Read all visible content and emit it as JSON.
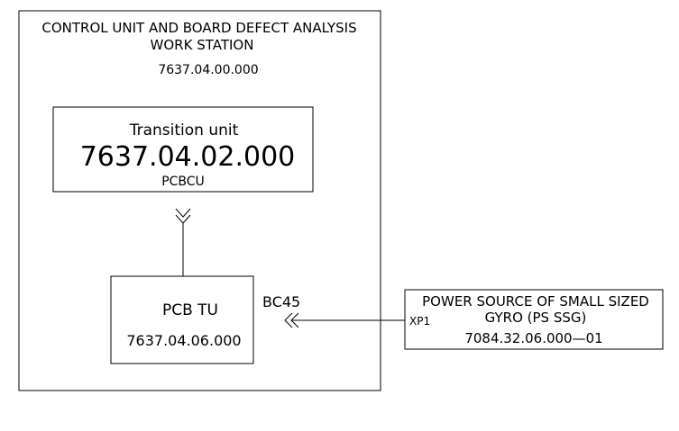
{
  "workstation": {
    "title_line1": "CONTROL UNIT AND BOARD DEFECT ANALYSIS",
    "title_line2": "WORK STATION",
    "code": "7637.04.00.000"
  },
  "transition_unit": {
    "name": "Transition unit",
    "code": "7637.04.02.000",
    "port": "PCBCU"
  },
  "pcb_tu": {
    "name": "PCB TU",
    "code": "7637.04.06.000"
  },
  "connector": {
    "label": "BC45"
  },
  "power_source": {
    "title_line1": "POWER SOURCE OF SMALL SIZED",
    "title_line2": "GYRO (PS SSG)",
    "code": "7084.32.06.000—01",
    "port": "XP1"
  },
  "colors": {
    "line": "#000000",
    "background": "#ffffff"
  }
}
